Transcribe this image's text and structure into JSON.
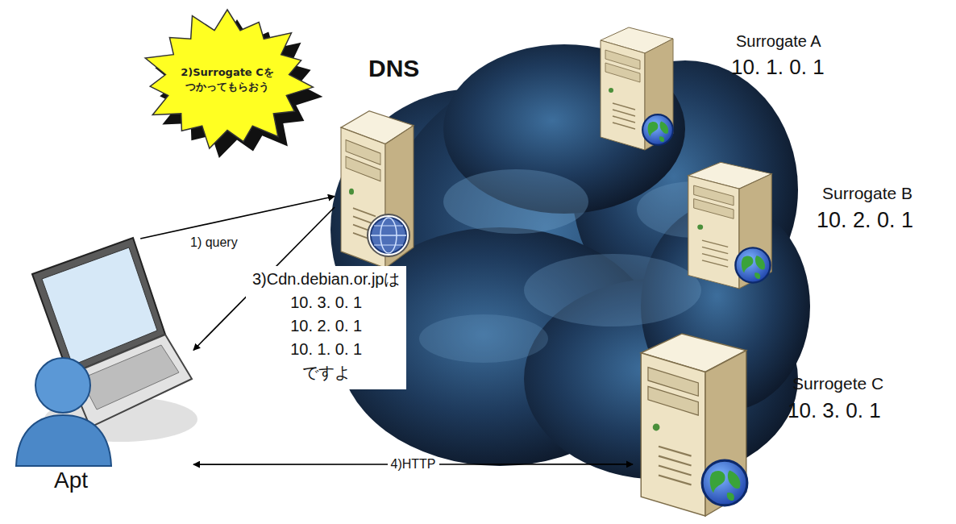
{
  "diagram": {
    "nodes": [
      {
        "text": [
          "2)Surrogate Cを つかってもらおう"
        ]
      },
      {
        "text": [
          "DNS"
        ]
      },
      {
        "text": [
          "Surrogate A",
          "10. 1. 0. 1"
        ]
      },
      {
        "text": [
          "Surrogate B",
          "10. 2. 0. 1"
        ]
      },
      {
        "text": [
          "Apt"
        ]
      },
      {
        "text": [
          "Surrogete C",
          "10. 3. 0. 1"
        ]
      }
    ],
    "edges": [
      {
        "from": 4,
        "to": 1,
        "arrow": "to",
        "label": "1) query"
      },
      {
        "from": 1,
        "to": 4,
        "arrow": "to",
        "label": "3)Cdn.debian.or.jpは 10. 3. 0. 1 10. 2. 0. 1 10. 1. 0. 1 ですよ"
      },
      {
        "from": 4,
        "to": 5,
        "arrow": "both",
        "label": "4)HTTP"
      }
    ]
  }
}
